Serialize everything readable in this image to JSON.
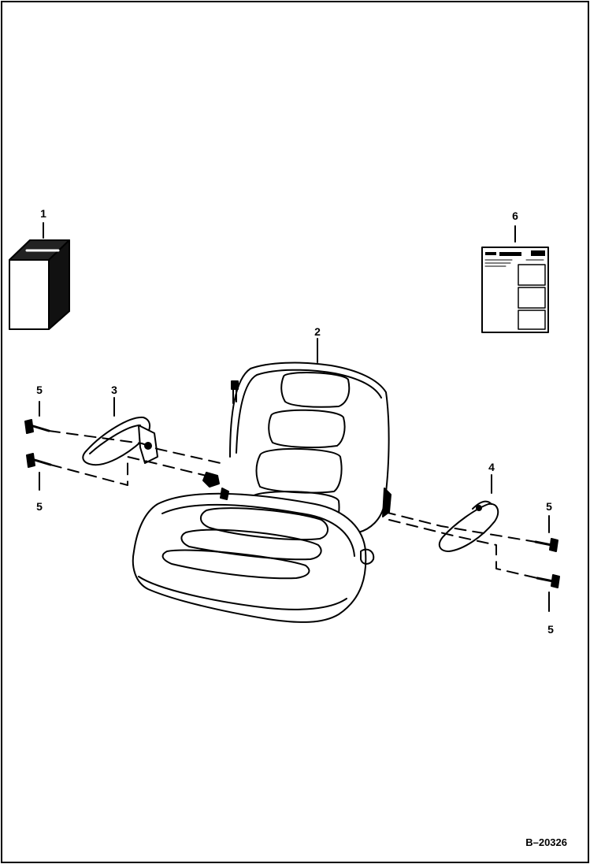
{
  "callouts": {
    "c1": "1",
    "c2": "2",
    "c3": "3",
    "c4": "4",
    "c5a": "5",
    "c5b": "5",
    "c5c": "5",
    "c5d": "5",
    "c6": "6"
  },
  "reference": "B–20326"
}
